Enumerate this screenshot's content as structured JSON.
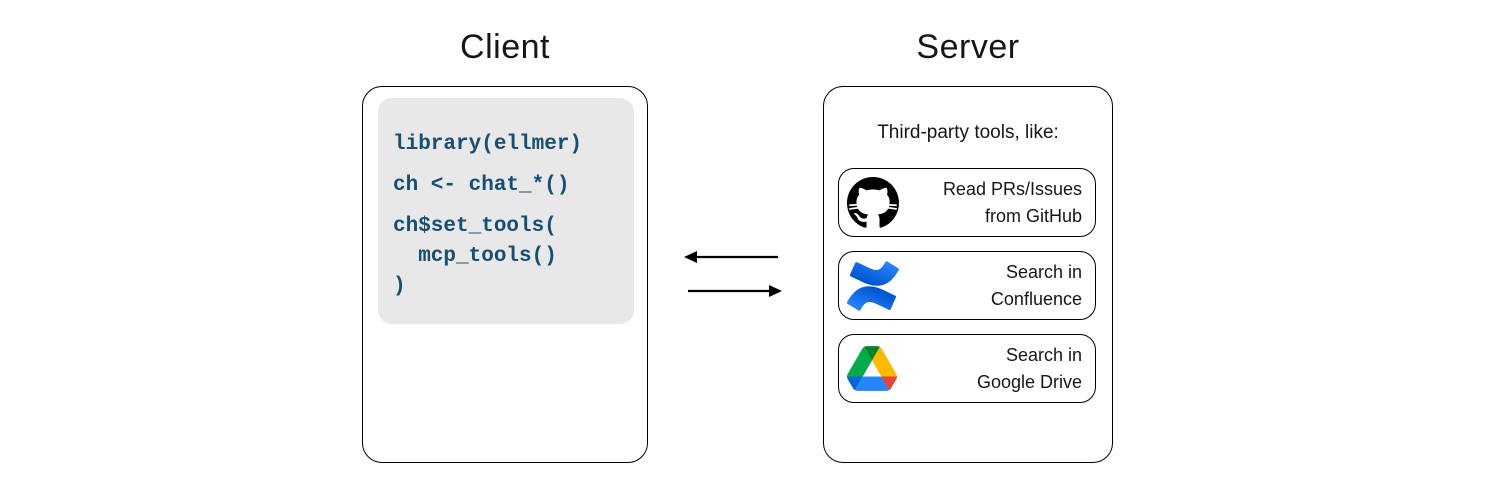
{
  "client": {
    "title": "Client",
    "code_blocks": [
      "library(ellmer)",
      "ch <- chat_*()",
      "ch$set_tools(\n  mcp_tools()\n)"
    ]
  },
  "arrows": {
    "top_arrow_direction": "left",
    "bottom_arrow_direction": "right"
  },
  "server": {
    "title": "Server",
    "heading": "Third-party tools, like:",
    "tools": [
      {
        "icon": "github-icon",
        "line1": "Read PRs/Issues",
        "line2": "from GitHub"
      },
      {
        "icon": "confluence-icon",
        "line1": "Search in",
        "line2": "Confluence"
      },
      {
        "icon": "google-drive-icon",
        "line1": "Search in",
        "line2": "Google Drive"
      }
    ]
  },
  "colors": {
    "code_text": "#164e74",
    "code_background": "#e8e8e8",
    "box_border": "#000000",
    "github_black": "#000000",
    "confluence_blue_dark": "#0052cc",
    "confluence_blue_light": "#2684ff",
    "drive_blue_dark": "#0066da",
    "drive_green": "#00ac47",
    "drive_green_dark": "#00832d",
    "drive_red": "#ea4335",
    "drive_blue": "#2684fc",
    "drive_yellow": "#ffba00"
  }
}
